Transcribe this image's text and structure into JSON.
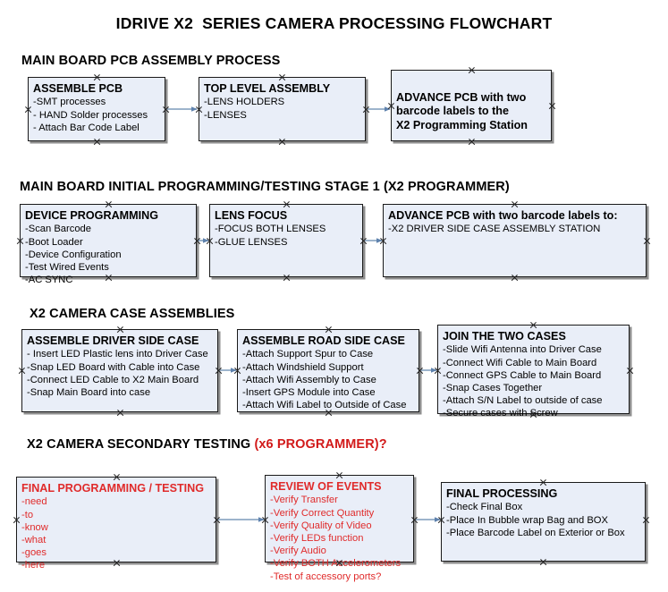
{
  "title": "IDRIVE X2  SERIES CAMERA PROCESSING FLOWCHART",
  "sections": [
    {
      "id": "main-board-pcb-assembly-process",
      "heading": "MAIN BOARD PCB ASSEMBLY PROCESS",
      "heading_accent": "",
      "nodes": [
        {
          "id": "assemble-pcb",
          "heading": "ASSEMBLE PCB",
          "lines": [
            "-SMT processes",
            "- HAND Solder processes",
            "- Attach Bar Code Label"
          ]
        },
        {
          "id": "top-level-assembly",
          "heading": "TOP LEVEL ASSEMBLY",
          "lines": [
            "-LENS HOLDERS",
            "-LENSES"
          ]
        },
        {
          "id": "advance-pcb-to-x2-programming-station",
          "heading": "ADVANCE PCB with two\nbarcode labels to the\n X2 Programming Station",
          "lines": []
        }
      ]
    },
    {
      "id": "main-board-initial-programming-testing-stage-1",
      "heading": "MAIN BOARD INITIAL PROGRAMMING/TESTING STAGE 1 (X2 PROGRAMMER)",
      "heading_accent": "",
      "nodes": [
        {
          "id": "device-programming",
          "heading": "DEVICE PROGRAMMING",
          "lines": [
            "-Scan Barcode",
            "-Boot Loader",
            "-Device Configuration",
            "-Test Wired Events",
            "-AC SYNC"
          ]
        },
        {
          "id": "lens-focus",
          "heading": "LENS FOCUS",
          "lines": [
            "-FOCUS BOTH LENSES",
            "-GLUE LENSES"
          ]
        },
        {
          "id": "advance-pcb-to-driver-side-case-assembly",
          "heading": "ADVANCE PCB with two barcode labels to:",
          "lines": [
            "-X2 DRIVER  SIDE  CASE  ASSEMBLY STATION"
          ]
        }
      ]
    },
    {
      "id": "x2-camera-case-assemblies",
      "heading": "X2 CAMERA CASE ASSEMBLIES",
      "heading_accent": "",
      "nodes": [
        {
          "id": "assemble-driver-side-case",
          "heading": "ASSEMBLE DRIVER SIDE CASE",
          "lines": [
            "- Insert LED Plastic lens into Driver Case",
            "-Snap LED Board with Cable into Case",
            "-Connect LED Cable to X2 Main Board",
            "-Snap Main Board into case"
          ]
        },
        {
          "id": "assemble-road-side-case",
          "heading": "ASSEMBLE ROAD SIDE CASE",
          "lines": [
            "-Attach Support Spur to Case",
            "-Attach Windshield Support",
            "-Attach Wifi Assembly to Case",
            "-Insert GPS Module into Case",
            "-Attach Wifi Label to Outside of Case"
          ]
        },
        {
          "id": "join-the-two-cases",
          "heading": "JOIN THE TWO CASES",
          "lines": [
            "-Slide Wifi Antenna into Driver Case",
            "-Connect Wifi Cable to Main Board",
            "-Connect GPS Cable to Main Board",
            "-Snap Cases Together",
            "-Attach S/N Label to outside of case",
            "-Secure cases with Screw"
          ]
        }
      ]
    },
    {
      "id": "x2-camera-secondary-testing",
      "heading": "X2 CAMERA SECONDARY TESTING ",
      "heading_accent": "(x6 PROGRAMMER)?",
      "nodes": [
        {
          "id": "final-programming-testing",
          "heading": "FINAL PROGRAMMING / TESTING",
          "lines": [
            "-need",
            "-to",
            "-know",
            "-what",
            "-goes",
            "-here"
          ]
        },
        {
          "id": "review-of-events",
          "heading": "REVIEW OF EVENTS",
          "lines": [
            "-Verify Transfer",
            "-Verify Correct Quantity",
            "-Verify Quality of Video",
            "-Verify LEDs function",
            "-Verify Audio",
            "-Verify BOTH Accelerometers",
            "-Test of accessory ports?"
          ]
        },
        {
          "id": "final-processing",
          "heading": "FINAL PROCESSING",
          "lines": [
            " -Check Final Box",
            "-Place In Bubble wrap Bag and BOX",
            "-Place Barcode Label on Exterior or Box"
          ]
        }
      ]
    }
  ],
  "colors": {
    "node_fill": "#e9eef8",
    "node_border": "#1a1a1a",
    "node_shadow": "#8e8e8e",
    "accent_red": "#e02b2b",
    "connector": "#8fa9c4",
    "text": "#000000"
  }
}
